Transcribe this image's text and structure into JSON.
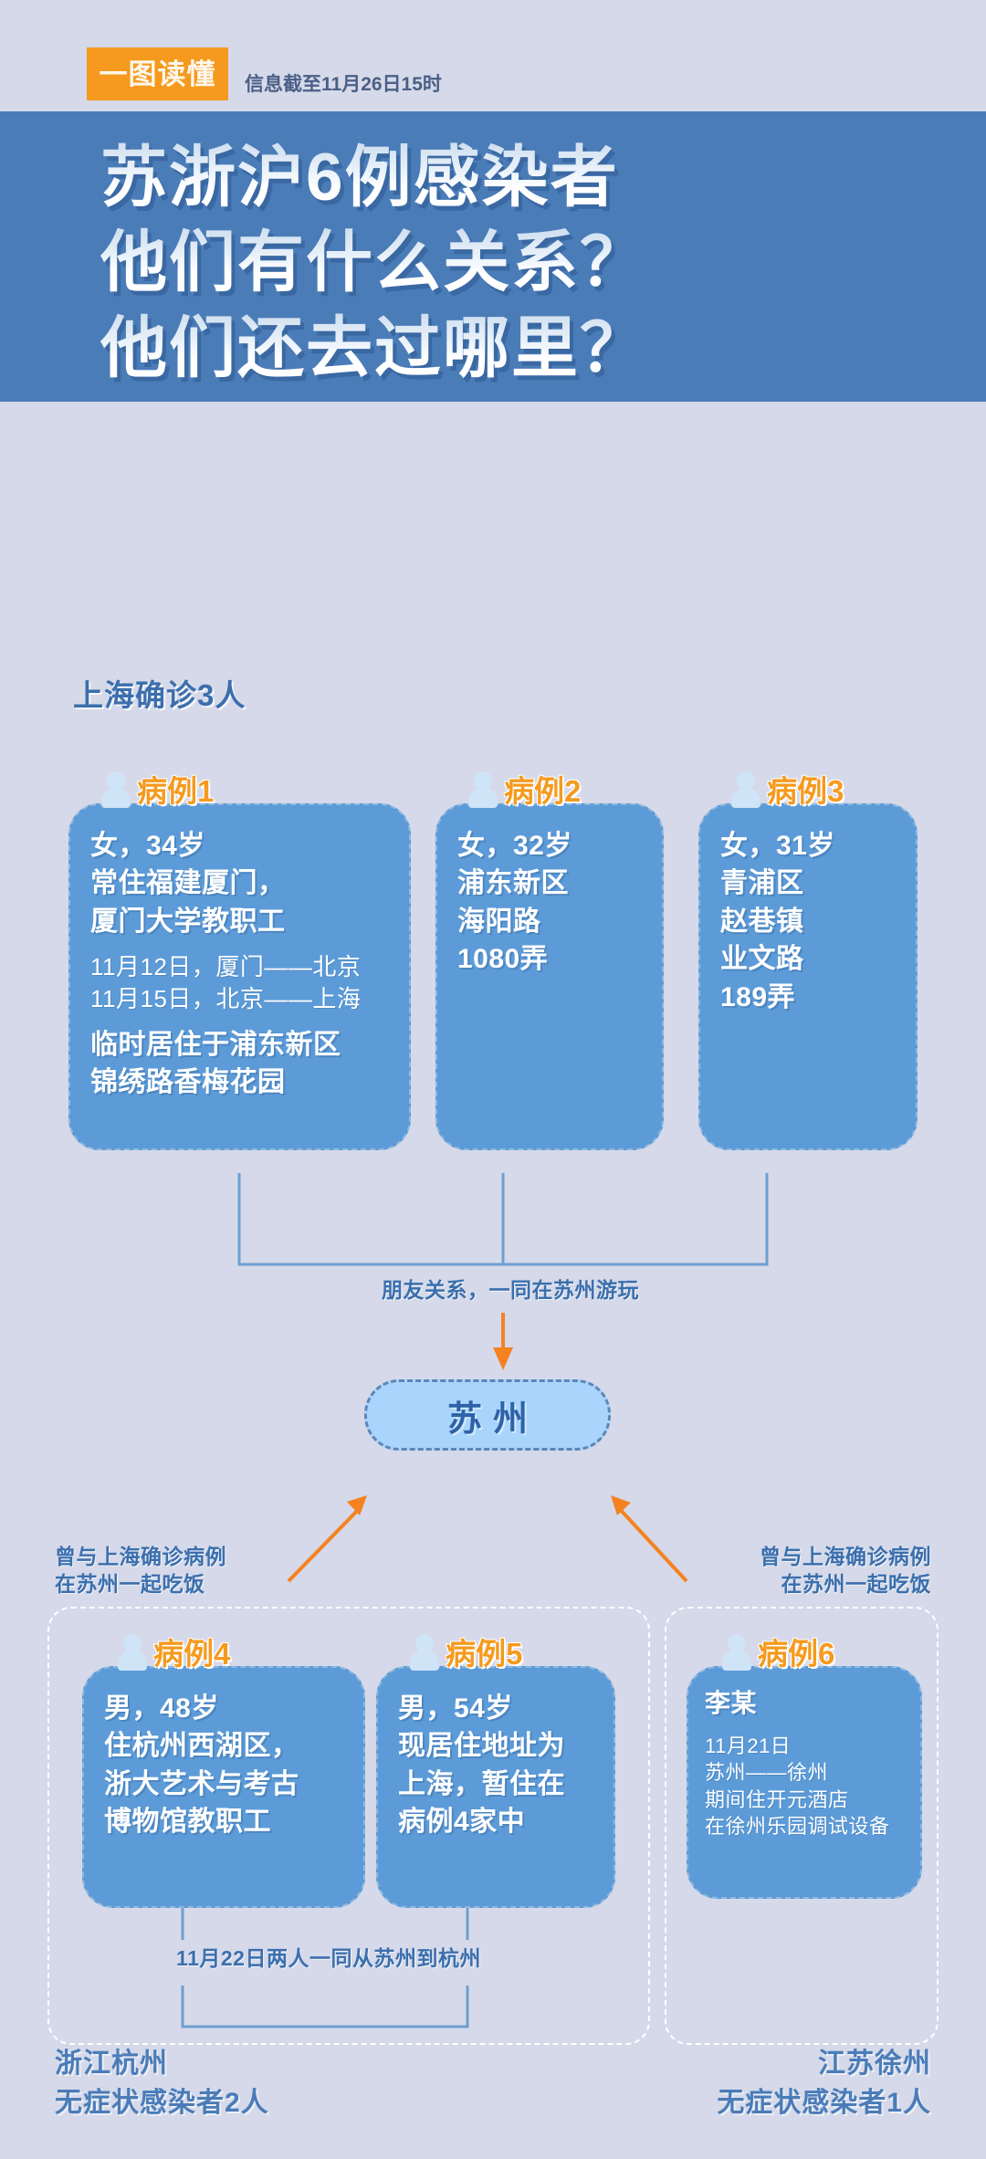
{
  "header": {
    "badge_label": "一图读懂",
    "as_of": "信息截至11月26日15时"
  },
  "banner": {
    "line1": "苏浙沪6例感染者",
    "line2": "他们有什么关系？",
    "line3": "他们还去过哪里？",
    "bg_color": "#4a7cb8"
  },
  "sections": {
    "shanghai_heading": "上海确诊3人"
  },
  "cases": [
    {
      "label": "病例1",
      "lines_bold_a": [
        "女，34岁",
        "常住福建厦门，",
        "厦门大学教职工"
      ],
      "lines_thin": [
        "11月12日，厦门——北京",
        "11月15日，北京——上海"
      ],
      "lines_bold_b": [
        "临时居住于浦东新区",
        "锦绣路香梅花园"
      ]
    },
    {
      "label": "病例2",
      "lines_bold_a": [
        "女，32岁",
        "浦东新区",
        "海阳路",
        "1080弄"
      ],
      "lines_thin": [],
      "lines_bold_b": []
    },
    {
      "label": "病例3",
      "lines_bold_a": [
        "女，31岁",
        "青浦区",
        "赵巷镇",
        "业文路",
        "189弄"
      ],
      "lines_thin": [],
      "lines_bold_b": []
    },
    {
      "label": "病例4",
      "lines_bold_a": [
        "男，48岁",
        "住杭州西湖区，",
        "浙大艺术与考古",
        "博物馆教职工"
      ],
      "lines_thin": [],
      "lines_bold_b": []
    },
    {
      "label": "病例5",
      "lines_bold_a": [
        "男，54岁",
        "现居住地址为",
        "上海，暂住在",
        "病例4家中"
      ],
      "lines_thin": [],
      "lines_bold_b": []
    },
    {
      "label": "病例6",
      "lines_bold_a": [
        "李某"
      ],
      "lines_thin": [
        "11月21日",
        "苏州——徐州",
        "期间住开元酒店",
        "在徐州乐园调试设备"
      ],
      "lines_bold_b": []
    }
  ],
  "connectors": {
    "friends_caption": "朋友关系，一同在苏州游玩",
    "left_caption_line1": "曾与上海确诊病例",
    "left_caption_line2": "在苏州一起吃饭",
    "right_caption_line1": "曾与上海确诊病例",
    "right_caption_line2": "在苏州一起吃饭",
    "hangzhou_caption": "11月22日两人一同从苏州到杭州",
    "arrow_color": "#f58220",
    "line_color": "#6f9fd0"
  },
  "suzhou_node": {
    "label": "苏州"
  },
  "regions": {
    "hangzhou": {
      "line1": "浙江杭州",
      "line2": "无症状感染者2人"
    },
    "xuzhou": {
      "line1": "江苏徐州",
      "line2": "无症状感染者1人"
    }
  },
  "colors": {
    "background": "#d5d9e9",
    "card": "#5c9bd8",
    "accent_orange": "#f59a1e",
    "accent_blue": "#3b6fad"
  }
}
